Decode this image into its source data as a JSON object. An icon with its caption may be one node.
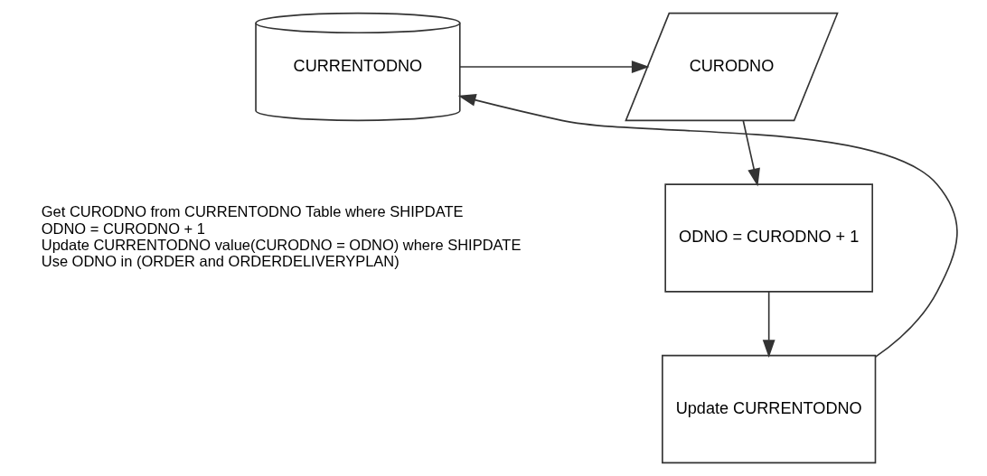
{
  "diagram": {
    "nodes": [
      {
        "text": [
          "CURODNO"
        ]
      },
      {
        "text": [
          "CURRENTODNO"
        ]
      },
      {
        "text": [
          "ODNO = CURODNO + 1"
        ]
      },
      {
        "text": [
          "Update CURRENTODNO"
        ]
      }
    ],
    "edges": [
      {
        "from": 1,
        "to": 0,
        "arrow": "to"
      },
      {
        "from": 0,
        "to": 2,
        "arrow": "to"
      },
      {
        "from": 2,
        "to": 3,
        "arrow": "to"
      },
      {
        "from": 3,
        "to": 1,
        "arrow": "to"
      }
    ],
    "labels": [
      "Get CURODNO from CURRENTODNO Table where SHIPDATE",
      "ODNO = CURODNO + 1",
      "Update CURRENTODNO value(CURODNO = ODNO) where SHIPDATE",
      "Use ODNO in (ORDER and ORDERDELIVERYPLAN)"
    ]
  }
}
